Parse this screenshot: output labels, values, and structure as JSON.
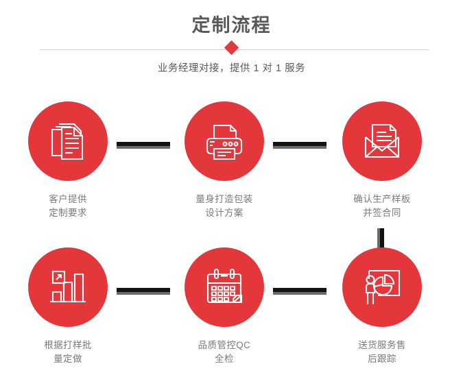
{
  "header": {
    "title": "定制流程",
    "subtitle": "业务经理对接，提供 1 对 1 服务",
    "accent_color": "#e03a3e",
    "divider_color": "#cfcfcf",
    "title_color": "#58595b",
    "diamond_icon": "diamond-marker"
  },
  "theme": {
    "circle_color": "#e4373c",
    "icon_color": "#ffffff",
    "connector_color": "#131313",
    "connector_shadow_color": "#6a6a6a",
    "label_color": "#7a7a7a",
    "background": "#ffffff"
  },
  "steps": [
    {
      "index": 1,
      "icon": "documents-stack-icon",
      "label": "客户提供\n定制要求"
    },
    {
      "index": 2,
      "icon": "printer-icon",
      "label": "量身打造包装\n设计方案"
    },
    {
      "index": 3,
      "icon": "envelope-document-icon",
      "label": "确认生产样板\n并签合同"
    },
    {
      "index": 4,
      "icon": "bar-chart-growth-icon",
      "label": "根据打样批\n量定做"
    },
    {
      "index": 5,
      "icon": "calendar-icon",
      "label": "品质管控QC\n全检"
    },
    {
      "index": 6,
      "icon": "presenter-pie-chart-icon",
      "label": "送货服务售\n后跟踪"
    }
  ],
  "connectors": [
    {
      "name": "connector-step1-step2",
      "orientation": "horizontal"
    },
    {
      "name": "connector-step2-step3",
      "orientation": "horizontal"
    },
    {
      "name": "connector-step3-step4",
      "orientation": "vertical"
    },
    {
      "name": "connector-step4-step5",
      "orientation": "horizontal"
    },
    {
      "name": "connector-step5-step6",
      "orientation": "horizontal"
    }
  ]
}
